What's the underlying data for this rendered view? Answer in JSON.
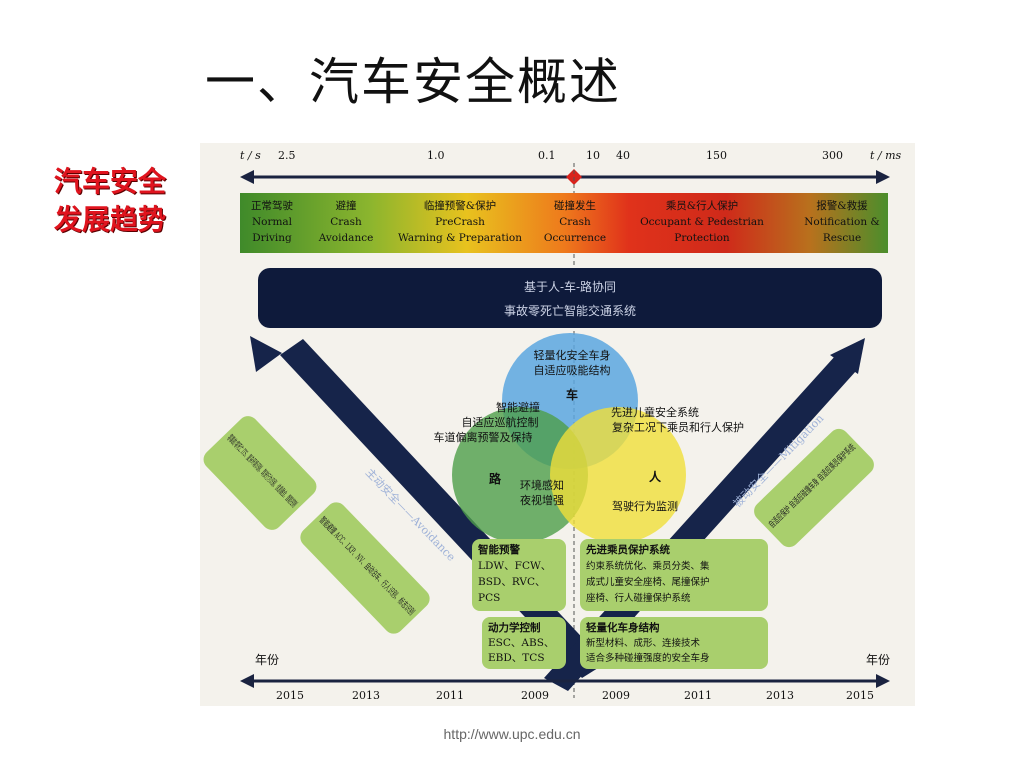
{
  "title": "一、汽车安全概述",
  "side_title": [
    "汽车安全",
    "发展趋势"
  ],
  "footer": "http://www.upc.edu.cn",
  "colors": {
    "side_title": "#e0141e",
    "dark_band": "#0e1a3b",
    "green_box": "#a9cf6d"
  },
  "timeline": {
    "left_unit": "t / s",
    "right_unit": "t / ms",
    "left_ticks": [
      "2.5",
      "1.0",
      "0.1"
    ],
    "right_ticks": [
      "10",
      "40",
      "150",
      "300"
    ]
  },
  "phases": [
    {
      "cn": "正常驾驶",
      "en1": "Normal",
      "en2": "Driving"
    },
    {
      "cn": "避撞",
      "en1": "Crash",
      "en2": "Avoidance"
    },
    {
      "cn": "临撞预警&保护",
      "en1": "PreCrash",
      "en2": "Warning & Preparation"
    },
    {
      "cn": "碰撞发生",
      "en1": "Crash",
      "en2": "Occurrence"
    },
    {
      "cn": "乘员&行人保护",
      "en1": "Occupant & Pedestrian",
      "en2": "Protection"
    },
    {
      "cn": "报警&救援",
      "en1": "Notification &",
      "en2": "Rescue"
    }
  ],
  "band": {
    "line1": "基于人-车-路协同",
    "line2": "事故零死亡智能交通系统"
  },
  "left_arrow": "主动安全——Avoidance",
  "right_arrow": "被动安全——Mitigation",
  "venn": {
    "car": {
      "label": "车",
      "text1": "轻量化安全车身",
      "text2": "自适应吸能结构"
    },
    "road": {
      "label": "路",
      "text1": "环境感知",
      "text2": "夜视增强"
    },
    "person": {
      "label": "人",
      "text1": "驾驶行为监测"
    },
    "car_road": [
      "智能避撞",
      "自适应巡航控制",
      "车道偏离预警及保持"
    ],
    "car_person": [
      "先进儿童安全系统",
      "复杂工况下乘员和行人保护"
    ]
  },
  "left_boxes": {
    "outer": "零事故/零死亡 ITS、复杂环境识别、驾驶行为识别、信息融合、智能控制",
    "mid": "智能避撞 ACC、LKP、NV、自动泊车、行人识别、标志识别"
  },
  "right_boxes": {
    "outer": "自适应保护 自适应碰撞车身 自适应乘员保护系统"
  },
  "center_boxes": {
    "left_top": [
      "智能预警",
      "LDW、FCW、",
      "BSD、RVC、",
      "PCS"
    ],
    "left_bottom": [
      "动力学控制",
      "ESC、ABS、",
      "EBD、TCS"
    ],
    "right_top": [
      "先进乘员保护系统",
      "约束系统优化、乘员分类、集",
      "成式儿童安全座椅、尾撞保护",
      "座椅、行人碰撞保护系统"
    ],
    "right_bottom": [
      "轻量化车身结构",
      "新型材料、成形、连接技术",
      "适合多种碰撞强度的安全车身"
    ]
  },
  "bottom_axis": {
    "left_label": "年份",
    "right_label": "年份",
    "left_years": [
      "2015",
      "2013",
      "2011",
      "2009"
    ],
    "right_years": [
      "2009",
      "2011",
      "2013",
      "2015"
    ]
  }
}
